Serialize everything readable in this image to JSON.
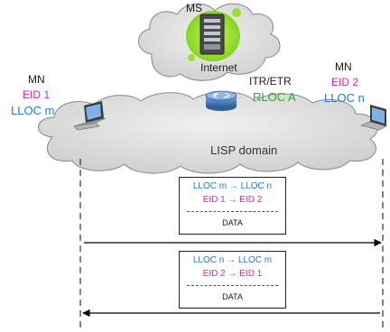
{
  "ms": {
    "label": "MS",
    "internet_label": "Internet"
  },
  "router": {
    "name": "ITR/ETR",
    "rloc": "RLOC A"
  },
  "lisp_domain": {
    "label": "LISP domain"
  },
  "mn_left": {
    "title": "MN",
    "eid": "EID 1",
    "lloc": "LLOC m"
  },
  "mn_right": {
    "title": "MN",
    "eid": "EID 2",
    "lloc": "LLOC n"
  },
  "packet_1": {
    "lloc_line": "LLOC m → LLOC n",
    "eid_line": "EID 1 → EID 2",
    "data": "DATA"
  },
  "packet_2": {
    "lloc_line": "LLOC n → LLOC m",
    "eid_line": "EID 2 → EID 1",
    "data": "DATA"
  },
  "colors": {
    "eid": "#ea1e9c",
    "lloc": "#1f7ad6",
    "rloc": "#1fb01f",
    "cloud": "#d9d9d9",
    "ms_glow": "#9be02e"
  }
}
